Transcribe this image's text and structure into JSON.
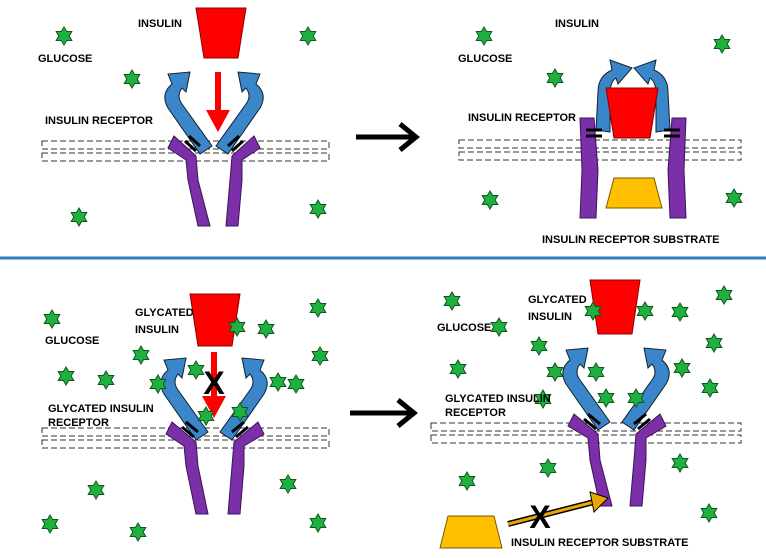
{
  "panels": {
    "top_left": {
      "insulin": "INSULIN",
      "glucose": "GLUCOSE",
      "receptor": "INSULIN RECEPTOR"
    },
    "top_right": {
      "insulin": "INSULIN",
      "glucose": "GLUCOSE",
      "receptor": "INSULIN RECEPTOR",
      "substrate": "INSULIN RECEPTOR SUBSTRATE"
    },
    "bottom_left": {
      "insulin_line1": "GLYCATED",
      "insulin_line2": "INSULIN",
      "glucose": "GLUCOSE",
      "receptor_line1": "GLYCATED INSULIN",
      "receptor_line2": "RECEPTOR"
    },
    "bottom_right": {
      "insulin_line1": "GLYCATED",
      "insulin_line2": "INSULIN",
      "glucose": "GLUCOSE",
      "receptor_line1": "GLYCATED INSULIN",
      "receptor_line2": "RECEPTOR",
      "substrate": "INSULIN RECEPTOR SUBSTRATE"
    }
  },
  "blocked_mark": "X",
  "colors": {
    "insulin": "#ff0000",
    "receptor_head": "#3a86c8",
    "receptor_stem": "#7b2fa8",
    "substrate": "#ffc000",
    "glucose": "#1fb040",
    "divider": "#2e7fc0",
    "signal_arrow": "#e8a800"
  }
}
